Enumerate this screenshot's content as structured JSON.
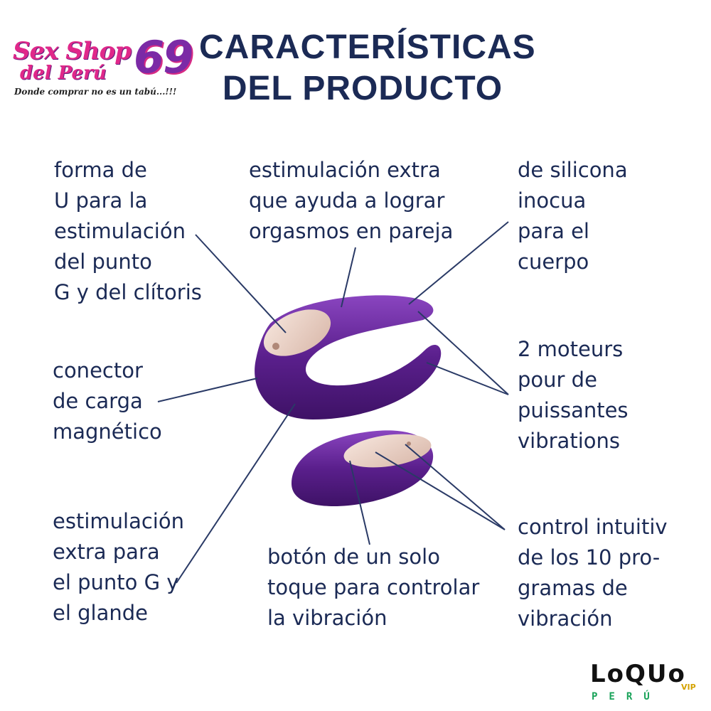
{
  "brand": {
    "logo_sex_shop": "Sex Shop",
    "logo_number": "69",
    "logo_del_peru": "del Perú",
    "logo_tagline": "Donde comprar no es un tabú...!!!"
  },
  "title": {
    "line1": "CARACTERÍSTICAS",
    "line2": "DEL PRODUCTO"
  },
  "features": {
    "u_shape": [
      "forma de",
      "U para la",
      "estimulación",
      "del punto",
      "G y del clítoris"
    ],
    "extra_couple": [
      "estimulación extra",
      "que ayuda a lograr",
      "orgasmos en pareja"
    ],
    "silicone": [
      "de silicona",
      "inocua",
      "para el",
      "cuerpo"
    ],
    "magnetic": [
      "conector",
      "de carga",
      "magnético"
    ],
    "motors": [
      "2 moteurs",
      "pour de",
      "puissantes",
      "vibrations"
    ],
    "extra_g": [
      "estimulación",
      "extra para",
      "el punto G y",
      "el glande"
    ],
    "one_touch": [
      "botón de un solo",
      "toque para controlar",
      "la vibración"
    ],
    "programs": [
      "control intuitiv",
      "de los 10 pro-",
      "gramas de",
      "vibración"
    ]
  },
  "footer": {
    "brand": "LoQUo",
    "vip": "VIP",
    "country": "PERÚ"
  },
  "colors": {
    "text": "#1b2a55",
    "product_purple": "#5a1f8c",
    "product_highlight": "#7d3bb0",
    "pad": "#e8cfc4",
    "brand_pink": "#e0288a",
    "brand_purple": "#7b2aa6"
  }
}
